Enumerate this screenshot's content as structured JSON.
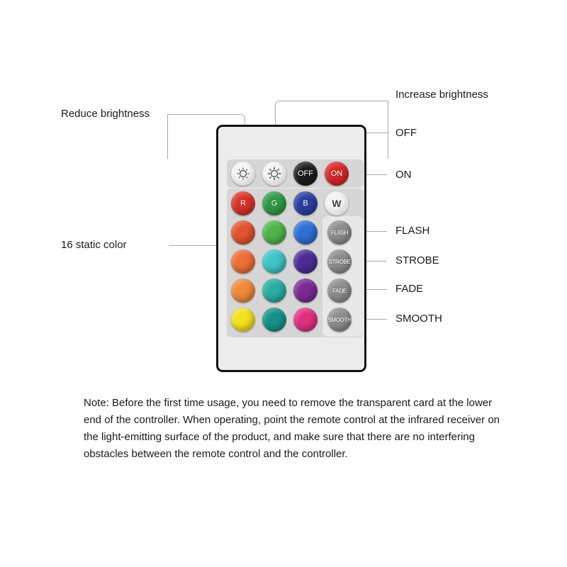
{
  "labels": {
    "reduce_brightness": "Reduce brightness",
    "increase_brightness": "Increase brightness",
    "off": "OFF",
    "on": "ON",
    "static_color": "16 static color",
    "flash": "FLASH",
    "strobe": "STROBE",
    "fade": "FADE",
    "smooth": "SMOOTH"
  },
  "remote": {
    "top_row": [
      {
        "name": "brightness-down-button",
        "text": "",
        "color": "#f4f4f4",
        "icon": "sun-dim-icon"
      },
      {
        "name": "brightness-up-button",
        "text": "",
        "color": "#f4f4f4",
        "icon": "sun-bright-icon"
      },
      {
        "name": "off-button",
        "text": "OFF",
        "color": "#1c1c1c"
      },
      {
        "name": "on-button",
        "text": "ON",
        "color": "#d62828"
      }
    ],
    "rgbw_row": [
      {
        "text": "R",
        "color": "#d8322a"
      },
      {
        "text": "G",
        "color": "#2e9a45"
      },
      {
        "text": "B",
        "color": "#2a3fa0"
      },
      {
        "text": "W",
        "color": "#f4f4f4"
      }
    ],
    "color_grid": [
      [
        "#e2542e",
        "#4fb54a",
        "#2f6fd6"
      ],
      [
        "#ee6f36",
        "#3ec6c8",
        "#4b2c95"
      ],
      [
        "#f08a3c",
        "#2aaea3",
        "#7d2a96"
      ],
      [
        "#f4e21f",
        "#15918a",
        "#e2307f"
      ]
    ],
    "mode_buttons": [
      {
        "text": "FLASH"
      },
      {
        "text": "STROBE"
      },
      {
        "text": "FADE"
      },
      {
        "text": "SMOOTH"
      }
    ]
  },
  "note": "Note: Before the first time usage, you need to remove the transparent card at the lower end of the controller. When operating, point the remote control at the infrared receiver on the light-emitting surface of the product, and make sure that there are no interfering obstacles between the remote control and the controller."
}
